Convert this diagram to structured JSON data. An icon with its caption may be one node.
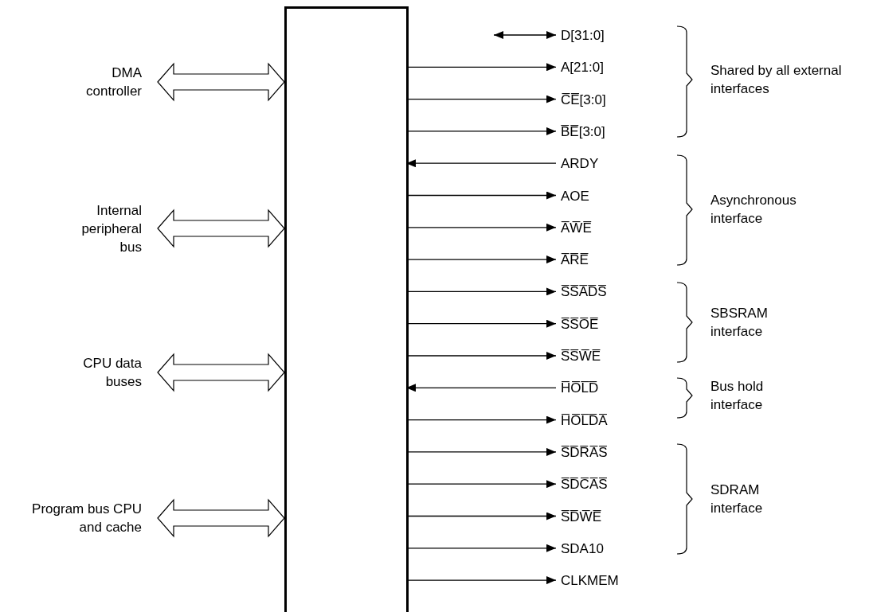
{
  "diagram": {
    "nodes": [
      {
        "text": [],
        "shape": "box"
      },
      {
        "text": [
          "DMA controller"
        ]
      },
      {
        "text": [
          "Internal peripheral bus"
        ]
      },
      {
        "text": [
          "CPU data buses"
        ]
      },
      {
        "text": [
          "Program bus CPU and cache"
        ]
      },
      {
        "text": [
          "D[31:0]"
        ]
      },
      {
        "text": [
          "A[21:0]"
        ]
      },
      {
        "text": [
          "C̅E̅[3:0]"
        ]
      },
      {
        "text": [
          "B̅E̅[3:0]"
        ]
      },
      {
        "text": [
          "ARDY"
        ]
      },
      {
        "text": [
          "AOE"
        ]
      },
      {
        "text": [
          "A̅W̅E̅"
        ]
      },
      {
        "text": [
          "A̅R̅E̅"
        ]
      },
      {
        "text": [
          "S̅S̅A̅D̅S̅"
        ]
      },
      {
        "text": [
          "S̅S̅O̅E̅"
        ]
      },
      {
        "text": [
          "S̅S̅W̅E̅"
        ]
      },
      {
        "text": [
          "H̅O̅L̅D̅"
        ]
      },
      {
        "text": [
          "H̅O̅L̅D̅A̅"
        ]
      },
      {
        "text": [
          "S̅D̅R̅A̅S̅"
        ]
      },
      {
        "text": [
          "S̅D̅C̅A̅S̅"
        ]
      },
      {
        "text": [
          "S̅D̅W̅E̅"
        ]
      },
      {
        "text": [
          "SDA10"
        ]
      },
      {
        "text": [
          "CLKMEM"
        ]
      }
    ],
    "edges": [
      {
        "from": 1,
        "to": 0,
        "arrow": "both",
        "style": "thick"
      },
      {
        "from": 2,
        "to": 0,
        "arrow": "both",
        "style": "thick"
      },
      {
        "from": 3,
        "to": 0,
        "arrow": "both",
        "style": "thick"
      },
      {
        "from": 4,
        "to": 0,
        "arrow": "both",
        "style": "thick"
      },
      {
        "from": null,
        "to": 5,
        "arrow": "both"
      },
      {
        "from": 0,
        "to": 6,
        "arrow": "to"
      },
      {
        "from": 0,
        "to": 7,
        "arrow": "to"
      },
      {
        "from": 0,
        "to": 8,
        "arrow": "to"
      },
      {
        "from": 9,
        "to": 0,
        "arrow": "to"
      },
      {
        "from": 0,
        "to": 10,
        "arrow": "to"
      },
      {
        "from": 0,
        "to": 11,
        "arrow": "to"
      },
      {
        "from": 0,
        "to": 12,
        "arrow": "to"
      },
      {
        "from": 0,
        "to": 13,
        "arrow": "to"
      },
      {
        "from": 0,
        "to": 14,
        "arrow": "to"
      },
      {
        "from": 0,
        "to": 15,
        "arrow": "to"
      },
      {
        "from": 16,
        "to": 0,
        "arrow": "to"
      },
      {
        "from": 0,
        "to": 17,
        "arrow": "to"
      },
      {
        "from": 0,
        "to": 18,
        "arrow": "to"
      },
      {
        "from": 0,
        "to": 19,
        "arrow": "to"
      },
      {
        "from": 0,
        "to": 20,
        "arrow": "to"
      },
      {
        "from": 0,
        "to": 21,
        "arrow": "to"
      },
      {
        "from": 0,
        "to": 22,
        "arrow": "to"
      }
    ],
    "labels": [
      "Shared by all external interfaces",
      "Asynchronous interface",
      "SBSRAM interface",
      "Bus hold interface",
      "SDRAM interface"
    ]
  }
}
